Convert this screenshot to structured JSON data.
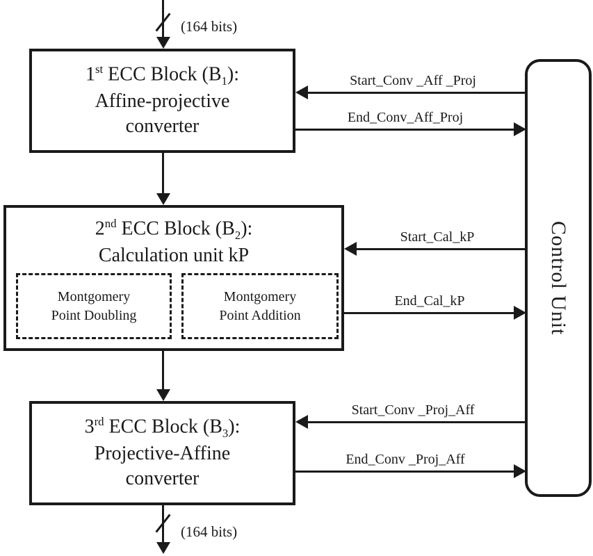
{
  "bus": {
    "input_label": "(164 bits)",
    "output_label": "(164 bits)"
  },
  "blocks": [
    {
      "num": "1",
      "sup": "st",
      "mid": " ECC Block (B",
      "sub": "1",
      "close": "):",
      "line2": "Affine-projective",
      "line3": "converter"
    },
    {
      "num": "2",
      "sup": "nd",
      "mid": " ECC Block (B",
      "sub": "2",
      "close": "):",
      "line2": "Calculation unit kP"
    },
    {
      "num": "3",
      "sup": "rd",
      "mid": " ECC Block (B",
      "sub": "3",
      "close": "):",
      "line2": "Projective-Affine",
      "line3": "converter"
    }
  ],
  "sub_blocks": [
    {
      "line1": "Montgomery",
      "line2": "Point Doubling"
    },
    {
      "line1": "Montgomery",
      "line2": "Point Addition"
    }
  ],
  "control_unit_label": "Control Unit",
  "signals": [
    {
      "label": "Start_Conv _Aff _Proj",
      "direction": "control-to-block"
    },
    {
      "label": "End_Conv_Aff_Proj",
      "direction": "block-to-control"
    },
    {
      "label": "Start_Cal_kP",
      "direction": "control-to-block"
    },
    {
      "label": "End_Cal_kP",
      "direction": "block-to-control"
    },
    {
      "label": "Start_Conv _Proj_Aff",
      "direction": "control-to-block"
    },
    {
      "label": "End_Conv _Proj_Aff",
      "direction": "block-to-control"
    }
  ],
  "colors": {
    "line": "#1a1a1a",
    "background": "#ffffff"
  }
}
